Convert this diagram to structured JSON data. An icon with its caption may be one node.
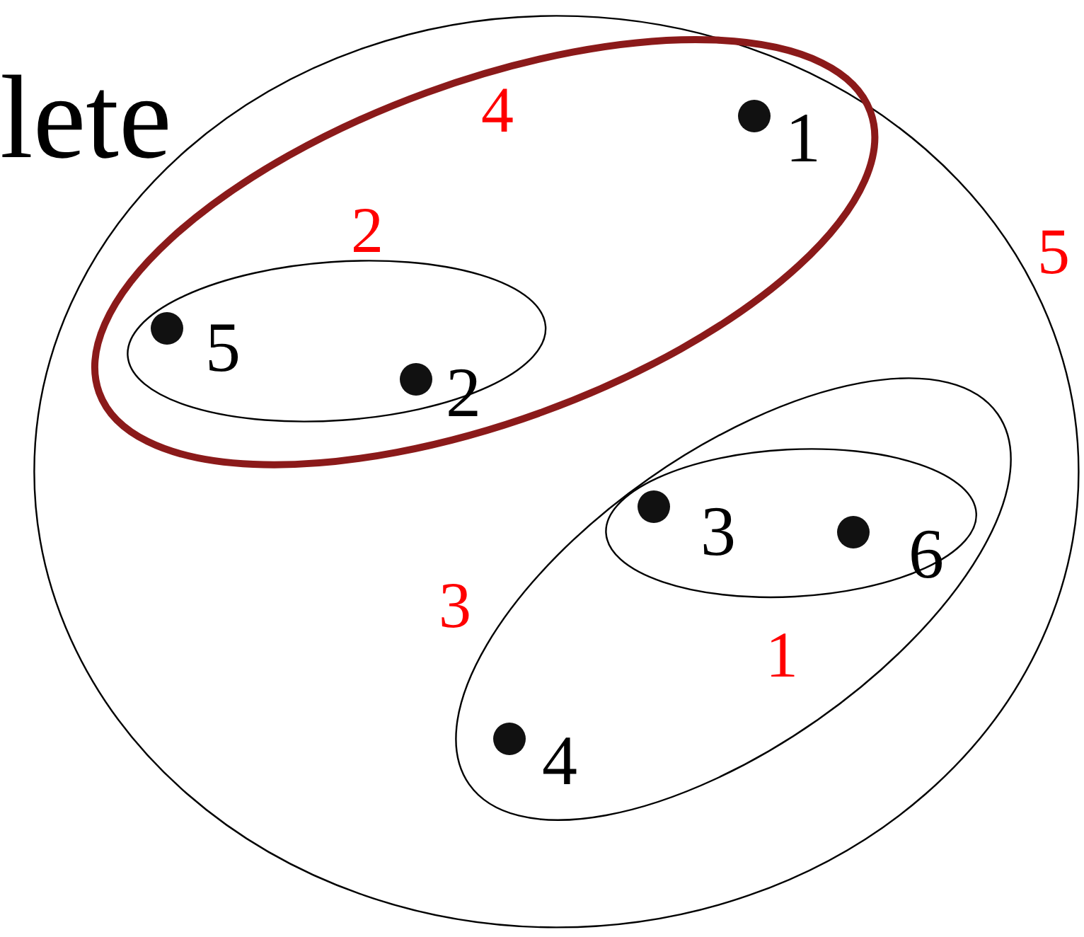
{
  "diagram": {
    "nodes": [
      {
        "text": [
          "5"
        ]
      },
      {
        "text": [
          "4"
        ],
        "in": 0
      },
      {
        "text": [
          "2"
        ],
        "in": 1
      },
      {
        "text": [
          "3"
        ],
        "in": 0
      },
      {
        "text": [
          "1"
        ],
        "in": 3
      },
      {
        "text": [],
        "shape": "circle",
        "beside": [
          "1"
        ],
        "in": 1
      },
      {
        "text": [],
        "shape": "circle",
        "beside": [
          "5"
        ],
        "in": 2
      },
      {
        "text": [],
        "shape": "circle",
        "beside": [
          "2"
        ],
        "in": 2
      },
      {
        "text": [],
        "shape": "circle",
        "beside": [
          "3"
        ],
        "in": 4
      },
      {
        "text": [],
        "shape": "circle",
        "beside": [
          "6"
        ],
        "in": 4
      },
      {
        "text": [],
        "shape": "circle",
        "beside": [
          "4"
        ],
        "in": 3
      }
    ],
    "labels": [
      "lete"
    ]
  }
}
